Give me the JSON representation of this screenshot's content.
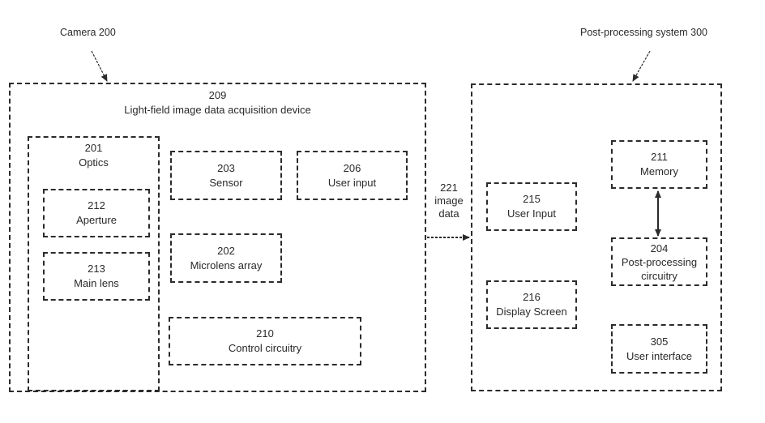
{
  "callouts": {
    "camera": "Camera 200",
    "post_processing_system": "Post-processing system 300"
  },
  "acquisition_device": {
    "number": "209",
    "title": "Light-field image data acquisition device",
    "optics": {
      "number": "201",
      "title": "Optics",
      "aperture": {
        "number": "212",
        "title": "Aperture"
      },
      "main_lens": {
        "number": "213",
        "title": "Main lens"
      }
    },
    "sensor": {
      "number": "203",
      "title": "Sensor"
    },
    "user_input": {
      "number": "206",
      "title": "User input"
    },
    "microlens_array": {
      "number": "202",
      "title": "Microlens array"
    },
    "control_circuitry": {
      "number": "210",
      "title": "Control circuitry"
    }
  },
  "image_data_flow": {
    "number": "221",
    "line1": "image",
    "line2": "data"
  },
  "post_processing": {
    "user_input": {
      "number": "215",
      "title": "User Input"
    },
    "display_screen": {
      "number": "216",
      "title": "Display Screen"
    },
    "memory": {
      "number": "211",
      "title": "Memory"
    },
    "circuitry": {
      "number": "204",
      "title_line1": "Post-processing",
      "title_line2": "circuitry"
    },
    "user_interface": {
      "number": "305",
      "title": "User interface"
    }
  }
}
